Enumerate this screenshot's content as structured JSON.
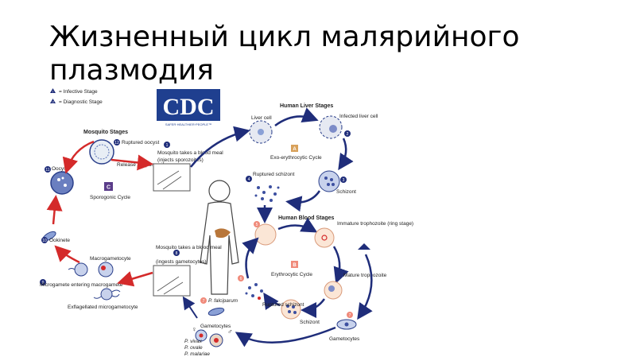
{
  "title": "Жизненный цикл малярийного плазмодия",
  "legend": {
    "infective": "= Infective Stage",
    "diagnostic": "= Diagnostic Stage",
    "infective_mark": "i",
    "diagnostic_mark": "d"
  },
  "logo": {
    "text": "CDC",
    "tagline": "SAFER·HEALTHIER·PEOPLE™"
  },
  "headings": {
    "mosquito": "Mosquito Stages",
    "liver": "Human Liver Stages",
    "blood": "Human Blood Stages"
  },
  "cycles": {
    "sporogonic": "Sporogonic Cycle",
    "exo": "Exo-erythrocytic Cycle",
    "erythrocytic": "Erythrocytic Cycle",
    "c": "C",
    "a": "A",
    "b": "B"
  },
  "labels": {
    "ruptured_oocyst": "Ruptured oocyst",
    "release_sporozoites": "Release of sporozoites",
    "oocyst": "Oocyst",
    "ookinete": "Ookinete",
    "macrogametocyte": "Macrogametocyte",
    "microgamete": "Microgamete entering macrogamete",
    "exflagellated": "Exflagellated microgametocyte",
    "bite1": "Mosquito takes a blood meal",
    "bite1_sub": "(injects sporozoites)",
    "bite2": "Mosquito takes a blood meal",
    "bite2_sub": "(ingests gametocytes)",
    "liver_cell": "Liver cell",
    "infected_liver_cell": "Infected liver cell",
    "ruptured_schizont_liver": "Ruptured schizont",
    "schizont_liver": "Schizont",
    "immature_trophozoite": "Immature trophozoite (ring stage)",
    "mature_trophozoite": "Mature trophozoite",
    "schizont_blood": "Schizont",
    "ruptured_schizont_blood": "Ruptured schizont",
    "gametocytes_blood": "Gametocytes",
    "gametocytes": "Gametocytes",
    "p_falciparum": "P. falciparum",
    "p_vivax": "P. vivax",
    "p_ovale": "P. ovale",
    "p_malariae": "P. malariae"
  },
  "steps": [
    "1",
    "2",
    "3",
    "4",
    "5",
    "6",
    "7",
    "8",
    "9",
    "10",
    "11",
    "12"
  ],
  "colors": {
    "arrow": "#1f2d7a",
    "mosquito_arrow": "#d42a2a",
    "badge": "#1f2d7a",
    "cdc_bg": "#1f3f8f"
  }
}
